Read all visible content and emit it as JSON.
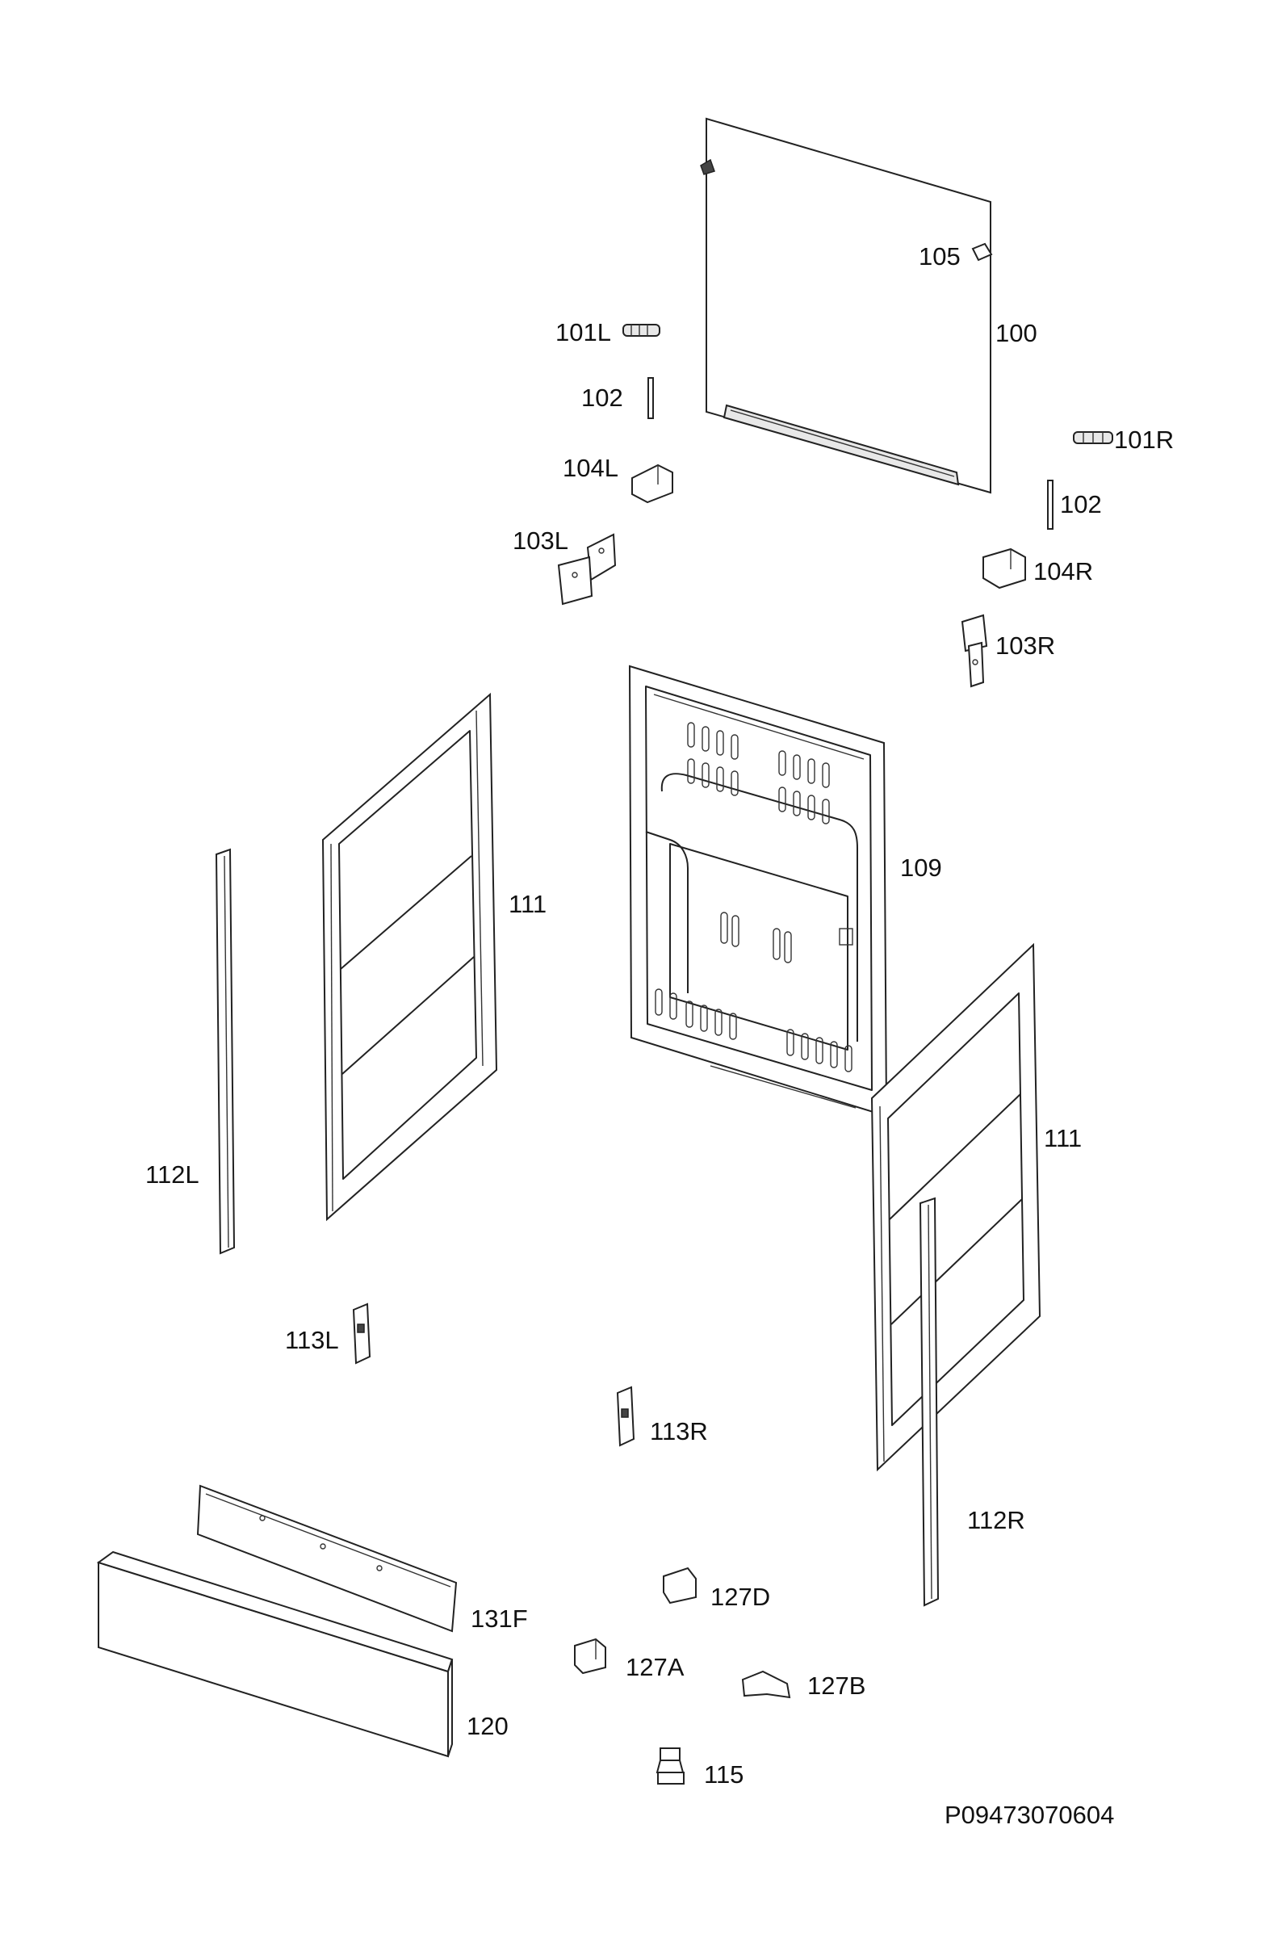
{
  "labels": {
    "p105": "105",
    "p100": "100",
    "p101L": "101L",
    "p102a": "102",
    "p101R": "101R",
    "p104L": "104L",
    "p102b": "102",
    "p103L": "103L",
    "p104R": "104R",
    "p103R": "103R",
    "p109": "109",
    "p111a": "111",
    "p111b": "111",
    "p112L": "112L",
    "p113L": "113L",
    "p113R": "113R",
    "p112R": "112R",
    "p127D": "127D",
    "p131F": "131F",
    "p127A": "127A",
    "p127B": "127B",
    "p120": "120",
    "p115": "115"
  },
  "drawing_code": "P09473070604"
}
